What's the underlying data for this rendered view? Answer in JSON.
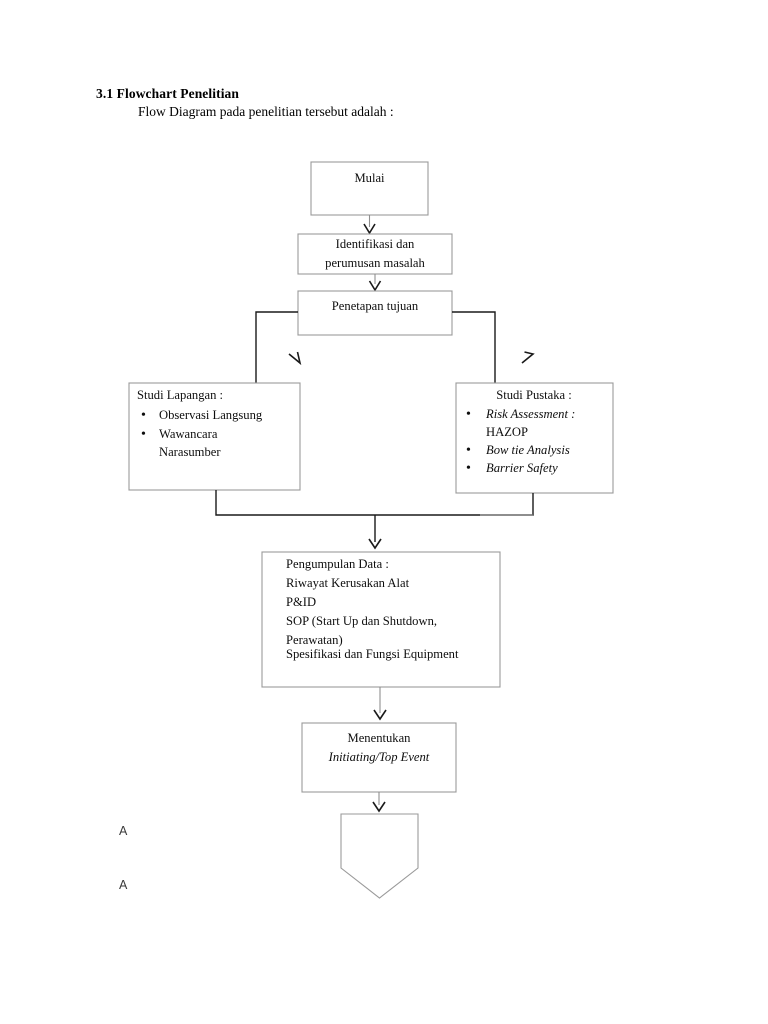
{
  "document": {
    "heading_number": "3.1 Flowchart Penelitian",
    "heading_subtitle": "Flow Diagram pada penelitian tersebut adalah :"
  },
  "flowchart": {
    "nodes": [
      {
        "id": "mulai",
        "shape": "rectangle",
        "lines": [
          {
            "text": "Mulai",
            "style": "normal"
          }
        ]
      },
      {
        "id": "identifikasi",
        "shape": "rectangle",
        "lines": [
          {
            "text": "Identifikasi dan",
            "style": "normal"
          },
          {
            "text": "perumusan masalah",
            "style": "normal"
          }
        ]
      },
      {
        "id": "penetapan",
        "shape": "rectangle",
        "lines": [
          {
            "text": "Penetapan tujuan",
            "style": "normal"
          }
        ]
      },
      {
        "id": "studi-lapangan",
        "shape": "rectangle",
        "title": "Studi Lapangan :",
        "bullets": [
          {
            "text": "Observasi Langsung",
            "style": "normal"
          },
          {
            "text": "Wawancara",
            "style": "normal"
          },
          {
            "text": "Narasumber",
            "style": "normal",
            "continuation": true
          }
        ]
      },
      {
        "id": "studi-pustaka",
        "shape": "rectangle",
        "title": "Studi Pustaka :",
        "bullets": [
          {
            "text": "Risk Assessment :",
            "style": "italic"
          },
          {
            "text": "HAZOP",
            "style": "normal",
            "continuation": true
          },
          {
            "text": "Bow tie Analysis",
            "style": "italic"
          },
          {
            "text": "Barrier Safety",
            "style": "italic"
          }
        ]
      },
      {
        "id": "pengumpulan-data",
        "shape": "rectangle",
        "lines": [
          {
            "text": "Pengumpulan Data :",
            "style": "normal"
          },
          {
            "text": "Riwayat Kerusakan Alat",
            "style": "normal"
          },
          {
            "text": "P&ID",
            "style": "normal"
          },
          {
            "text": "SOP (Start Up dan Shutdown,",
            "style": "normal"
          },
          {
            "text": "Perawatan)",
            "style": "normal"
          },
          {
            "text": "Spesifikasi dan Fungsi Equipment",
            "style": "normal"
          }
        ]
      },
      {
        "id": "menentukan",
        "shape": "rectangle",
        "lines": [
          {
            "text": "Menentukan",
            "style": "normal"
          },
          {
            "text": "Initiating/Top Event",
            "style": "italic"
          }
        ]
      },
      {
        "id": "offpage",
        "shape": "pentagon-down",
        "lines": []
      }
    ],
    "connector_labels": [
      {
        "id": "connector-a-top",
        "text": "A"
      },
      {
        "id": "connector-a-bottom",
        "text": "A"
      }
    ],
    "colors": {
      "box_stroke": "#9a9a9a",
      "line": "#8f8f8f",
      "arrow": "#1a1a1a",
      "text": "#0d0d0d",
      "background": "#ffffff"
    }
  }
}
